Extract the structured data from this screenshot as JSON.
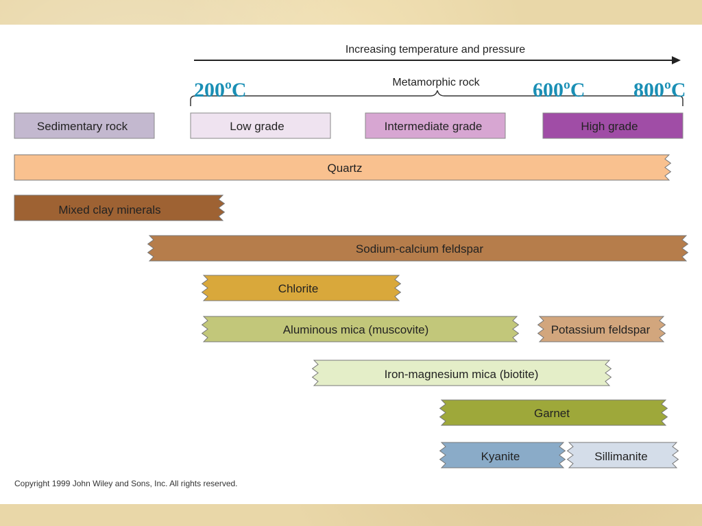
{
  "header": {
    "arrow_label": "Increasing temperature and pressure",
    "metamorphic_label": "Metamorphic rock"
  },
  "temps": [
    "200ºC",
    "600ºC",
    "800ºC"
  ],
  "grades": [
    {
      "label": "Sedimentary rock",
      "color": "#c3b8cf"
    },
    {
      "label": "Low grade",
      "color": "#efe3f0"
    },
    {
      "label": "Intermediate grade",
      "color": "#d7a6d2"
    },
    {
      "label": "High grade",
      "color": "#a04da6"
    }
  ],
  "minerals": [
    {
      "label": "Quartz",
      "color": "#f9c18f"
    },
    {
      "label": "Mixed clay minerals",
      "color": "#9e6233"
    },
    {
      "label": "Sodium-calcium feldspar",
      "color": "#b67d4b"
    },
    {
      "label": "Chlorite",
      "color": "#d9a83b"
    },
    {
      "label": "Aluminous mica (muscovite)",
      "color": "#c2c77a"
    },
    {
      "label": "Potassium feldspar",
      "color": "#d2a67d"
    },
    {
      "label": "Iron-magnesium mica (biotite)",
      "color": "#e4eec8"
    },
    {
      "label": "Garnet",
      "color": "#9ea83a"
    },
    {
      "label": "Kyanite",
      "color": "#8aabc8"
    },
    {
      "label": "Sillimanite",
      "color": "#d4dde9"
    }
  ],
  "copyright": "Copyright 1999 John Wiley and Sons, Inc. All rights reserved."
}
